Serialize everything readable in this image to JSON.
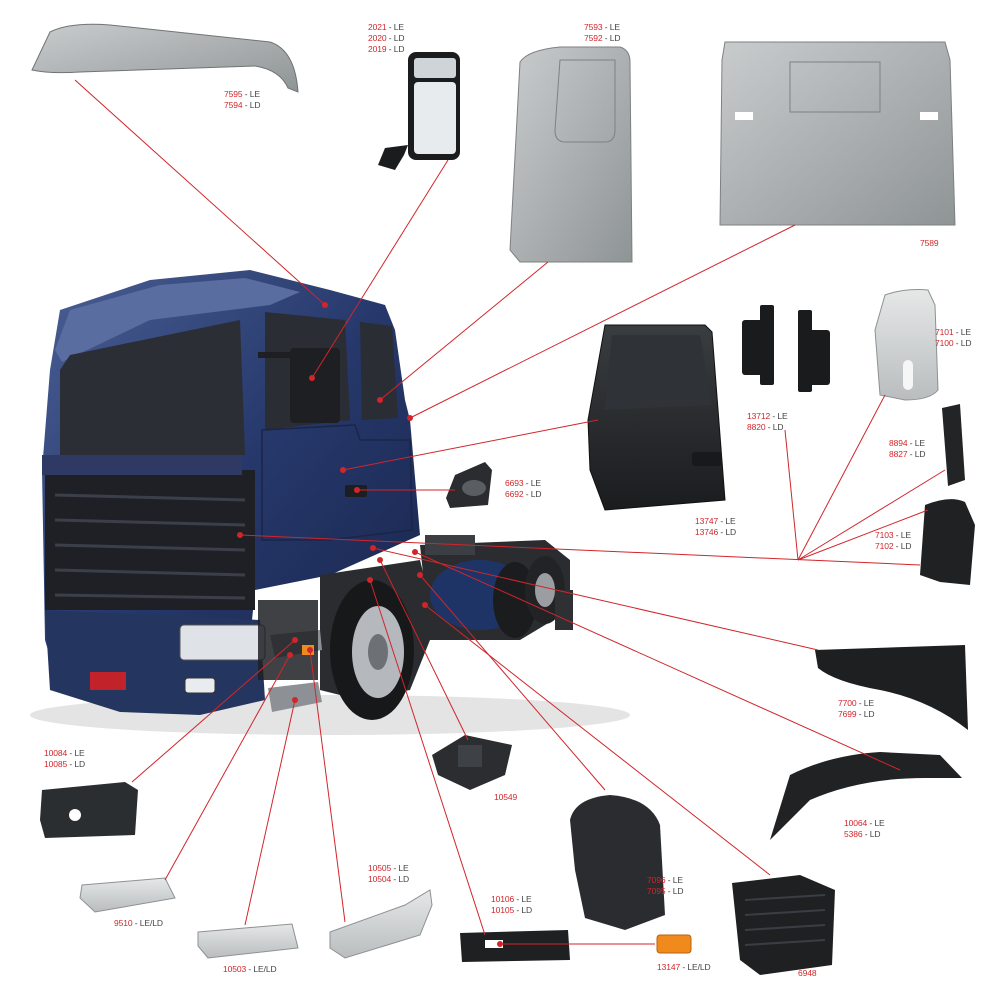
{
  "accent_color": "#d0262b",
  "truck_color": "#243565",
  "parts": [
    {
      "id": "roof-visor",
      "labels": [
        {
          "code": "7595",
          "side": "LE"
        },
        {
          "code": "7594",
          "side": "LD"
        }
      ]
    },
    {
      "id": "mirror",
      "labels": [
        {
          "code": "2021",
          "side": "LE"
        },
        {
          "code": "2020",
          "side": "LD"
        },
        {
          "code": "2019",
          "side": "LD"
        }
      ]
    },
    {
      "id": "side-panel",
      "labels": [
        {
          "code": "7593",
          "side": "LE"
        },
        {
          "code": "7592",
          "side": "LD"
        }
      ]
    },
    {
      "id": "rear-panel",
      "labels": [
        {
          "code": "7589",
          "side": ""
        }
      ]
    },
    {
      "id": "door",
      "labels": [
        {
          "code": "13747",
          "side": "LE"
        },
        {
          "code": "13746",
          "side": "LD"
        }
      ]
    },
    {
      "id": "door-handle",
      "labels": [
        {
          "code": "6693",
          "side": "LE"
        },
        {
          "code": "6692",
          "side": "LD"
        }
      ]
    },
    {
      "id": "hinge-brackets",
      "labels": [
        {
          "code": "13712",
          "side": "LE"
        },
        {
          "code": "8820",
          "side": "LD"
        }
      ]
    },
    {
      "id": "corner-cap",
      "labels": [
        {
          "code": "7101",
          "side": "LE"
        },
        {
          "code": "7100",
          "side": "LD"
        }
      ]
    },
    {
      "id": "small-trim",
      "labels": [
        {
          "code": "8894",
          "side": "LE"
        },
        {
          "code": "8827",
          "side": "LD"
        }
      ]
    },
    {
      "id": "corner-deflector",
      "labels": [
        {
          "code": "7103",
          "side": "LE"
        },
        {
          "code": "7102",
          "side": "LD"
        }
      ]
    },
    {
      "id": "fender-extension",
      "labels": [
        {
          "code": "7700",
          "side": "LE"
        },
        {
          "code": "7699",
          "side": "LD"
        }
      ]
    },
    {
      "id": "wheel-arch",
      "labels": [
        {
          "code": "10064",
          "side": "LE"
        },
        {
          "code": "5386",
          "side": "LD"
        }
      ]
    },
    {
      "id": "mount-bracket",
      "labels": [
        {
          "code": "10549",
          "side": ""
        }
      ]
    },
    {
      "id": "mud-flap",
      "labels": [
        {
          "code": "7096",
          "side": "LE"
        },
        {
          "code": "7095",
          "side": "LD"
        }
      ]
    },
    {
      "id": "battery-cover",
      "labels": [
        {
          "code": "6948",
          "side": ""
        }
      ]
    },
    {
      "id": "step-housing",
      "labels": [
        {
          "code": "10106",
          "side": "LE"
        },
        {
          "code": "10105",
          "side": "LD"
        }
      ]
    },
    {
      "id": "side-marker-lamp",
      "labels": [
        {
          "code": "13147",
          "side": "LE/LD"
        }
      ]
    },
    {
      "id": "bumper-end",
      "labels": [
        {
          "code": "10084",
          "side": "LE"
        },
        {
          "code": "10085",
          "side": "LD"
        }
      ]
    },
    {
      "id": "step-small",
      "labels": [
        {
          "code": "9510",
          "side": "LE/LD"
        }
      ]
    },
    {
      "id": "step-medium",
      "labels": [
        {
          "code": "10503",
          "side": "LE/LD"
        }
      ]
    },
    {
      "id": "step-long",
      "labels": [
        {
          "code": "10505",
          "side": "LE"
        },
        {
          "code": "10504",
          "side": "LD"
        }
      ]
    }
  ]
}
